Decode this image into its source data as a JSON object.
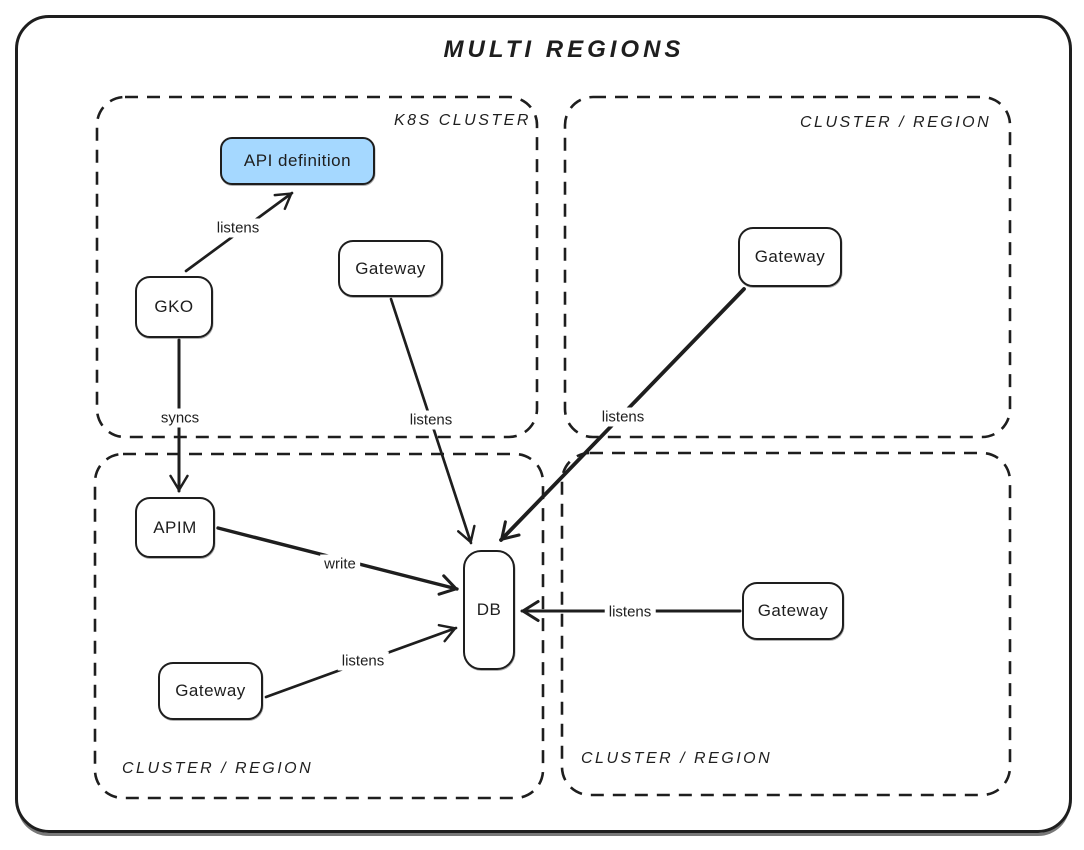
{
  "title": "MULTI REGIONS",
  "regions": [
    {
      "id": "k8s-cluster",
      "label": "K8S CLUSTER",
      "label_position": "top-right"
    },
    {
      "id": "cluster-region-top-right",
      "label": "CLUSTER / REGION",
      "label_position": "top-right"
    },
    {
      "id": "cluster-region-bottom-left",
      "label": "CLUSTER / REGION",
      "label_position": "bottom-left"
    },
    {
      "id": "cluster-region-bottom-right",
      "label": "CLUSTER / REGION",
      "label_position": "bottom-left"
    }
  ],
  "nodes": [
    {
      "id": "api-definition",
      "label": "API definition",
      "region": "k8s-cluster",
      "fill": "#a5d8ff"
    },
    {
      "id": "gko",
      "label": "GKO",
      "region": "k8s-cluster",
      "fill": "#ffffff"
    },
    {
      "id": "gateway-k8s",
      "label": "Gateway",
      "region": "k8s-cluster",
      "fill": "#ffffff"
    },
    {
      "id": "gateway-top-right",
      "label": "Gateway",
      "region": "cluster-region-top-right",
      "fill": "#ffffff"
    },
    {
      "id": "apim",
      "label": "APIM",
      "region": "cluster-region-bottom-left",
      "fill": "#ffffff"
    },
    {
      "id": "gateway-bottom-left",
      "label": "Gateway",
      "region": "cluster-region-bottom-left",
      "fill": "#ffffff"
    },
    {
      "id": "gateway-bottom-right",
      "label": "Gateway",
      "region": "cluster-region-bottom-right",
      "fill": "#ffffff"
    },
    {
      "id": "db",
      "label": "DB",
      "region": "cluster-region-bottom-left",
      "fill": "#ffffff"
    }
  ],
  "edges": [
    {
      "from": "gko",
      "to": "api-definition",
      "label": "listens"
    },
    {
      "from": "gko",
      "to": "apim",
      "label": "syncs"
    },
    {
      "from": "gateway-k8s",
      "to": "db",
      "label": "listens"
    },
    {
      "from": "gateway-top-right",
      "to": "db",
      "label": "listens"
    },
    {
      "from": "apim",
      "to": "db",
      "label": "write"
    },
    {
      "from": "gateway-bottom-left",
      "to": "db",
      "label": "listens"
    },
    {
      "from": "gateway-bottom-right",
      "to": "db",
      "label": "listens"
    }
  ],
  "colors": {
    "stroke": "#1e1e1e",
    "node_fill": "#ffffff",
    "api_definition_fill": "#a5d8ff",
    "background": "#ffffff"
  }
}
